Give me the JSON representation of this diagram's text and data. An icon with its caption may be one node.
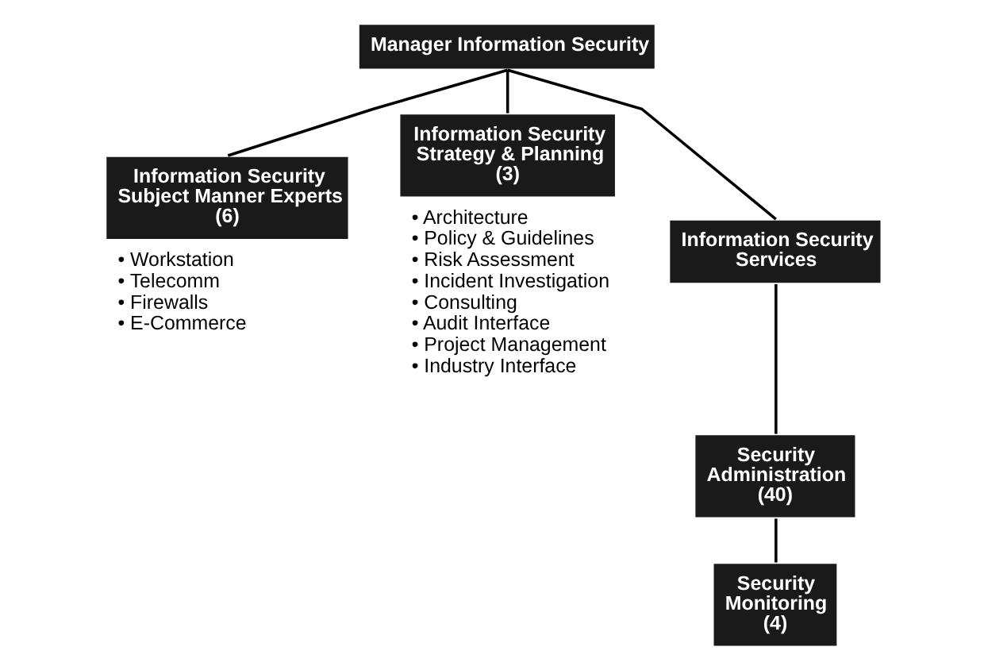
{
  "diagram": {
    "nodes": [
      {
        "text": [
          "Manager Information Security"
        ]
      },
      {
        "text": [
          "Information Security Subject Manner Experts",
          "(6)"
        ],
        "beside": [
          "• Workstation",
          "• Telecomm",
          "• Firewalls",
          "• E-Commerce"
        ]
      },
      {
        "text": [
          "Information Security Strategy & Planning",
          "(3)"
        ],
        "beside": [
          "• Architecture",
          "• Policy & Guidelines",
          "• Risk Assessment",
          "• Incident Investigation",
          "• Consulting",
          "• Audit Interface",
          "• Project Management",
          "• Industry Interface"
        ]
      },
      {
        "text": [
          "Information Security Services"
        ]
      },
      {
        "text": [
          "Security Administration",
          "(40)"
        ]
      },
      {
        "text": [
          "Security Monitoring",
          "(4)"
        ]
      }
    ],
    "edges": [
      {
        "from": 0,
        "to": 1,
        "arrow": "none"
      },
      {
        "from": 0,
        "to": 2,
        "arrow": "none"
      },
      {
        "from": 0,
        "to": 3,
        "arrow": "none"
      },
      {
        "from": 3,
        "to": 4,
        "arrow": "none"
      },
      {
        "from": 4,
        "to": 5,
        "arrow": "none"
      }
    ]
  }
}
